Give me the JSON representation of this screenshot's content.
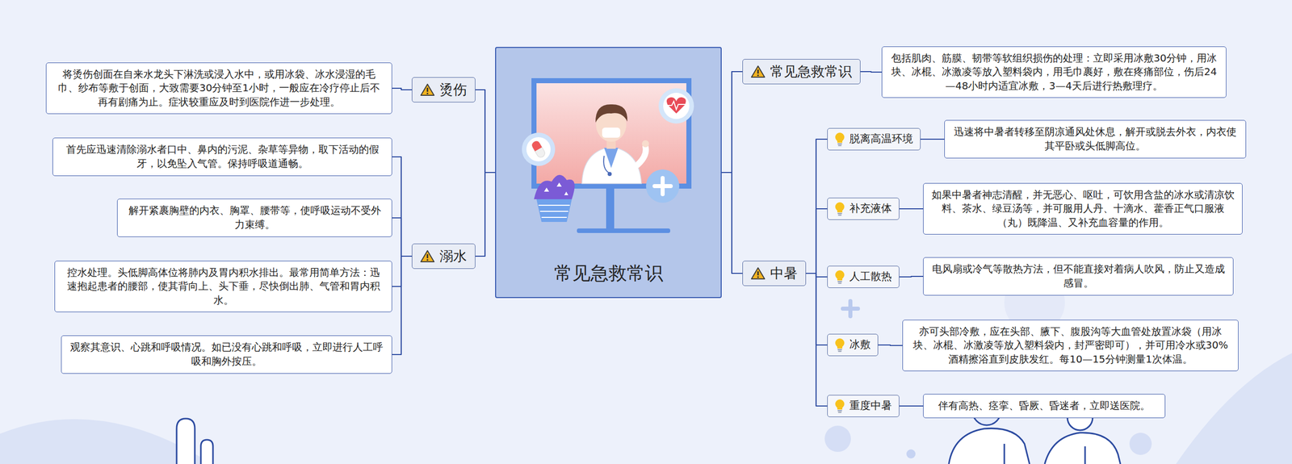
{
  "diagram": {
    "nodes": [
      {
        "text": [
          "常见急救常识"
        ]
      },
      {
        "text": [
          "烫伤"
        ]
      },
      {
        "text": [
          "将烫伤创面在自来水龙头下淋洗或浸入水中，或用冰袋、冰水浸湿的毛巾、纱布等敷于创面，大致需要30分钟至1小时，一般应在冷疗停止后不再有剧痛为止。症状较重应及时到医院作进一步处理。"
        ]
      },
      {
        "text": [
          "溺水"
        ]
      },
      {
        "text": [
          "首先应迅速清除溺水者口中、鼻内的污泥、杂草等异物，取下活动的假牙，以免坠入气管。保持呼吸道通畅。"
        ]
      },
      {
        "text": [
          "解开紧裹胸壁的内衣、胸罩、腰带等，使呼吸运动不受外力束缚。"
        ]
      },
      {
        "text": [
          "控水处理。头低脚高体位将肺内及胃内积水排出。最常用简单方法：迅速抱起患者的腰部，使其背向上、头下垂，尽快倒出肺、气管和胃内积水。"
        ]
      },
      {
        "text": [
          "观察其意识、心跳和呼吸情况。如已没有心跳和呼吸，立即进行人工呼吸和胸外按压。"
        ]
      },
      {
        "text": [
          "常见急救常识"
        ]
      },
      {
        "text": [
          "包括肌肉、筋膜、韧带等软组织损伤的处理：立即采用冰敷30分钟，用冰块、冰棍、冰激凌等放入塑料袋内，用毛巾裹好，敷在疼痛部位，伤后24—48小时内适宜冰敷，3—4天后进行热敷理疗。"
        ]
      },
      {
        "text": [
          "中暑"
        ]
      },
      {
        "text": [
          "脱离高温环境"
        ]
      },
      {
        "text": [
          "迅速将中暑者转移至阴凉通风处休息，解开或脱去外衣，内衣使其平卧或头低脚高位。"
        ]
      },
      {
        "text": [
          "补充液体"
        ]
      },
      {
        "text": [
          "如果中暑者神志清醒，并无恶心、呕吐，可饮用含盐的冰水或清凉饮料、茶水、绿豆汤等，并可服用人丹、十滴水、藿香正气口服液（丸）既降温、又补充血容量的作用。"
        ]
      },
      {
        "text": [
          "人工散热"
        ]
      },
      {
        "text": [
          "电风扇或冷气等散热方法，但不能直接对着病人吹风，防止又造成感冒。"
        ]
      },
      {
        "text": [
          "冰敷"
        ]
      },
      {
        "text": [
          "亦可头部冷敷，应在头部、腋下、腹股沟等大血管处放置冰袋（用冰块、冰棍、冰激凌等放入塑料袋内，封严密即可），并可用冷水或30%酒精擦浴直到皮肤发红。每10—15分钟测量1次体温。"
        ]
      },
      {
        "text": [
          "重度中暑"
        ]
      },
      {
        "text": [
          "伴有高热、痉挛、昏厥、昏迷者，立即送医院。"
        ]
      }
    ],
    "edges": [
      {
        "from": 0,
        "to": 1,
        "arrow": "none"
      },
      {
        "from": 1,
        "to": 2,
        "arrow": "none"
      },
      {
        "from": 0,
        "to": 3,
        "arrow": "none"
      },
      {
        "from": 3,
        "to": 4,
        "arrow": "none"
      },
      {
        "from": 3,
        "to": 5,
        "arrow": "none"
      },
      {
        "from": 3,
        "to": 6,
        "arrow": "none"
      },
      {
        "from": 3,
        "to": 7,
        "arrow": "none"
      },
      {
        "from": 0,
        "to": 8,
        "arrow": "none"
      },
      {
        "from": 8,
        "to": 9,
        "arrow": "none"
      },
      {
        "from": 0,
        "to": 10,
        "arrow": "none"
      },
      {
        "from": 10,
        "to": 11,
        "arrow": "none"
      },
      {
        "from": 11,
        "to": 12,
        "arrow": "none"
      },
      {
        "from": 10,
        "to": 13,
        "arrow": "none"
      },
      {
        "from": 13,
        "to": 14,
        "arrow": "none"
      },
      {
        "from": 10,
        "to": 15,
        "arrow": "none"
      },
      {
        "from": 15,
        "to": 16,
        "arrow": "none"
      },
      {
        "from": 10,
        "to": 17,
        "arrow": "none"
      },
      {
        "from": 17,
        "to": 18,
        "arrow": "none"
      },
      {
        "from": 10,
        "to": 19,
        "arrow": "none"
      },
      {
        "from": 19,
        "to": 20,
        "arrow": "none"
      }
    ]
  }
}
